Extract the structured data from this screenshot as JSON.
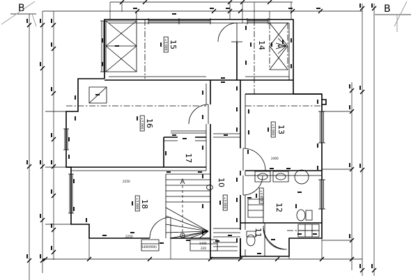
{
  "section_markers": {
    "left": "B",
    "right": "B"
  },
  "rooms": {
    "r10": {
      "number": "10",
      "level": "+3.000"
    },
    "r11": {
      "number": "11"
    },
    "r12": {
      "number": "12",
      "level": "+3.000"
    },
    "r13": {
      "number": "13",
      "level": "+3.000"
    },
    "r14": {
      "number": "14"
    },
    "r15": {
      "number": "15",
      "level": "+3.000"
    },
    "r16": {
      "number": "16",
      "level": "+3.000"
    },
    "r17": {
      "number": "17"
    },
    "r18": {
      "number": "18",
      "level": "+3.000"
    }
  },
  "dimensions": {
    "d1": "2250",
    "d2": "2250",
    "d3": "1400(900)",
    "d4": "1400",
    "d5": "220",
    "d6": "2400"
  }
}
